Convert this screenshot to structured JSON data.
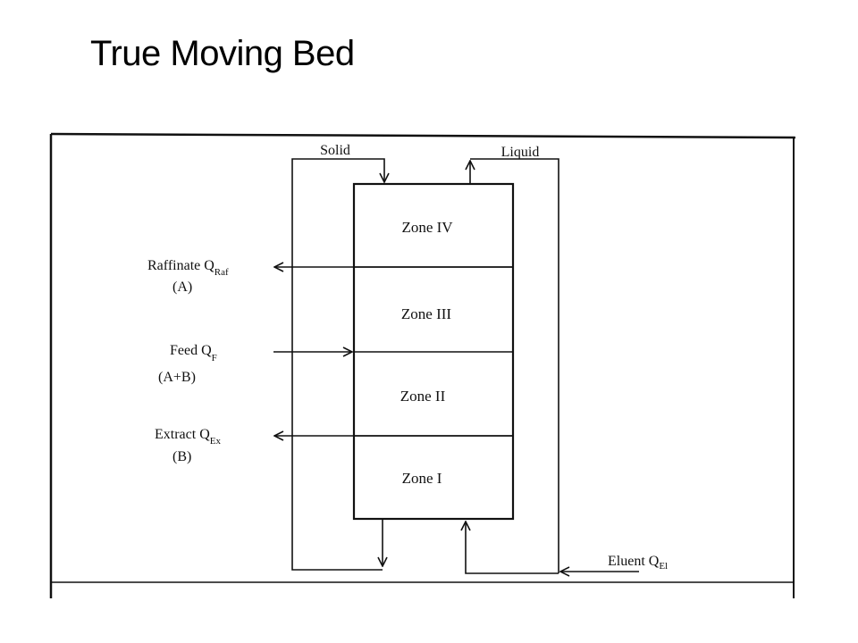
{
  "slide": {
    "title": "True Moving Bed"
  },
  "flows": {
    "solid_label": "Solid",
    "liquid_label": "Liquid"
  },
  "zones": [
    {
      "label": "Zone IV"
    },
    {
      "label": "Zone III"
    },
    {
      "label": "Zone II"
    },
    {
      "label": "Zone I"
    }
  ],
  "streams": {
    "raffinate": {
      "label": "Raffinate Q",
      "subscript": "Raf",
      "contents": "(A)"
    },
    "feed": {
      "label": "Feed Q",
      "subscript": "F",
      "contents": "(A+B)"
    },
    "extract": {
      "label": "Extract Q",
      "subscript": "Ex",
      "contents": "(B)"
    },
    "eluent": {
      "label": "Eluent Q",
      "subscript": "El"
    }
  },
  "colors": {
    "ink": "#111111",
    "background": "#ffffff"
  }
}
